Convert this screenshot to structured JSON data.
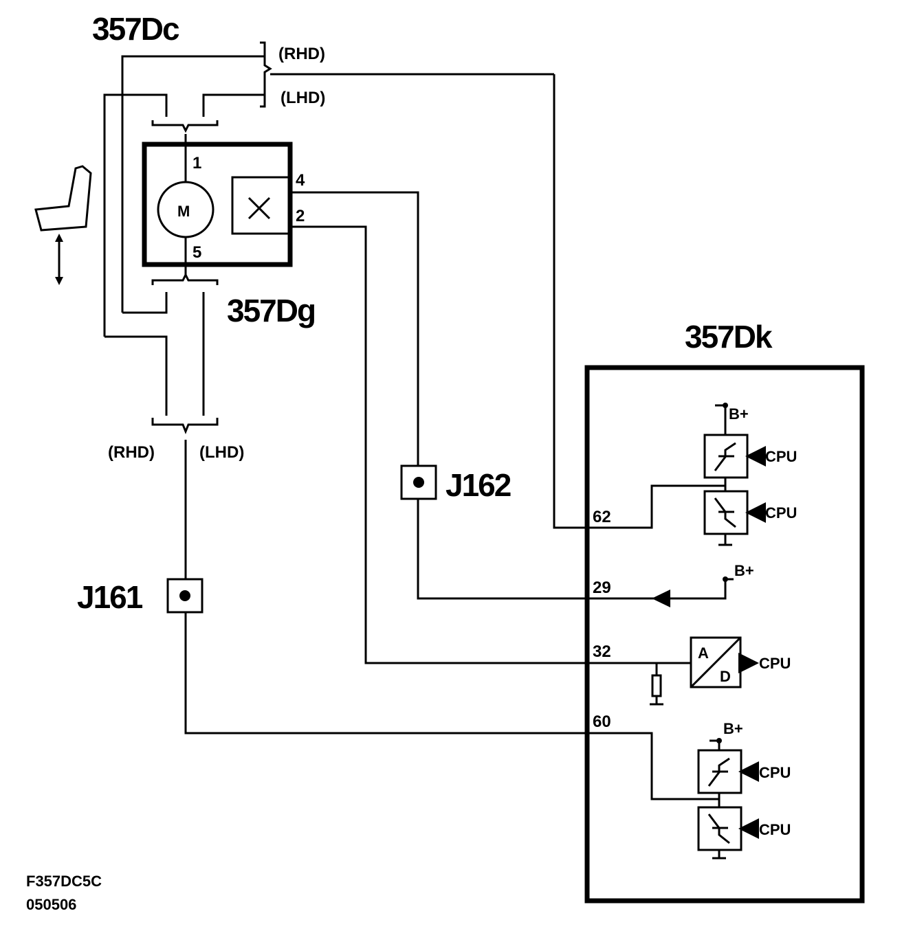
{
  "components": {
    "motor_connector": "357Dc",
    "chassis_connector": "357Dg",
    "control_module": "357Dk"
  },
  "motor": {
    "symbol": "M",
    "pins": {
      "top": "1",
      "bottom": "5"
    },
    "sensor_pins": {
      "upper": "4",
      "lower": "2"
    }
  },
  "variants": {
    "rhd": "(RHD)",
    "lhd": "(LHD)"
  },
  "junctions": {
    "j161": "J161",
    "j162": "J162"
  },
  "module_pins": [
    "62",
    "29",
    "32",
    "60"
  ],
  "module_labels": {
    "b_plus": "B+",
    "cpu": "CPU",
    "ad_a": "A",
    "ad_d": "D"
  },
  "footer": {
    "code": "F357DC5C",
    "date": "050506"
  },
  "icons": [
    "seat-icon",
    "up-down-arrow-icon",
    "motor-icon",
    "sensor-x-icon",
    "transistor-icon",
    "ground-icon",
    "resistor-icon",
    "ad-converter-icon",
    "current-source-arrow-icon"
  ]
}
